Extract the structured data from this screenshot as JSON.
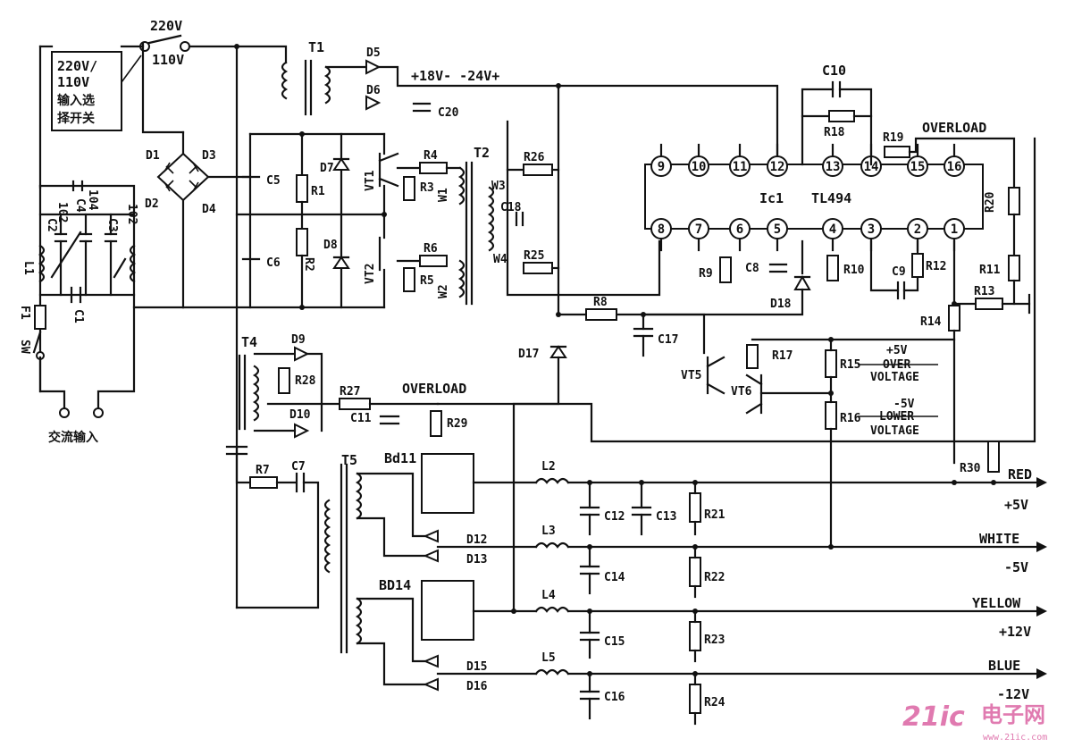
{
  "selector": {
    "v220": "220V",
    "v110": "110V",
    "note_line1": "220V/",
    "note_line2": "110V",
    "note_line3": "输入选",
    "note_line4": "择开关"
  },
  "ac_input": {
    "label": "交流输入",
    "switch": "SW",
    "fuse": "F1"
  },
  "filter": {
    "L1": "L1",
    "C1": "C1",
    "C2": "C2",
    "C2v": "102",
    "C3": "C3",
    "C3v": "102",
    "C4": "C4",
    "C4v": "104"
  },
  "bridge": {
    "D1": "D1",
    "D2": "D2",
    "D3": "D3",
    "D4": "D4"
  },
  "half_bridge": {
    "C5": "C5",
    "C6": "C6",
    "R1": "R1",
    "R2": "R2",
    "D7": "D7",
    "D8": "D8",
    "VT1": "VT1",
    "VT2": "VT2",
    "R3": "R3",
    "R4": "R4",
    "R5": "R5",
    "R6": "R6",
    "W1": "W1",
    "W2": "W2"
  },
  "aux": {
    "T1": "T1",
    "D5": "D5",
    "D6": "D6",
    "C20": "C20",
    "rail": "+18V- -24V+"
  },
  "driver": {
    "T2": "T2",
    "W3": "W3",
    "W4": "W4",
    "C18": "C18",
    "R25": "R25",
    "R26": "R26"
  },
  "ic": {
    "name": "Ic1",
    "part": "TL494",
    "pins_top": [
      "9",
      "10",
      "11",
      "12",
      "13",
      "14",
      "15",
      "16"
    ],
    "pins_bottom": [
      "8",
      "7",
      "6",
      "5",
      "4",
      "3",
      "2",
      "1"
    ]
  },
  "control": {
    "C10": "C10",
    "R18": "R18",
    "R19": "R19",
    "overload": "OVERLOAD",
    "R20": "R20",
    "R9": "R9",
    "C8": "C8",
    "R10": "R10",
    "C9": "C9",
    "R12": "R12",
    "R11": "R11",
    "R13": "R13",
    "R14": "R14",
    "D18": "D18",
    "R8": "R8",
    "C17": "C17",
    "D17": "D17",
    "VT5": "VT5",
    "VT6": "VT6",
    "R17": "R17",
    "R15": "R15",
    "R16": "R16",
    "over_v": "+5V",
    "over_text1": "OVER",
    "over_text2": "VOLTAGE",
    "lower_v": "-5V",
    "lower_text1": "LOWER",
    "lower_text2": "VOLTAGE",
    "R30": "R30"
  },
  "protect": {
    "T4": "T4",
    "D9": "D9",
    "D10": "D10",
    "R28": "R28",
    "R27": "R27",
    "C11": "C11",
    "R29": "R29",
    "overload": "OVERLOAD"
  },
  "output": {
    "T5": "T5",
    "R7": "R7",
    "C7": "C7",
    "Bd11": "Bd11",
    "BD14": "BD14",
    "D12": "D12",
    "D13": "D13",
    "D15": "D15",
    "D16": "D16",
    "L2": "L2",
    "L3": "L3",
    "L4": "L4",
    "L5": "L5",
    "C12": "C12",
    "C13": "C13",
    "C14": "C14",
    "C15": "C15",
    "C16": "C16",
    "R21": "R21",
    "R22": "R22",
    "R23": "R23",
    "R24": "R24"
  },
  "rails": [
    {
      "color": "RED",
      "voltage": "+5V"
    },
    {
      "color": "WHITE",
      "voltage": "-5V"
    },
    {
      "color": "YELLOW",
      "voltage": "+12V"
    },
    {
      "color": "BLUE",
      "voltage": "-12V"
    }
  ],
  "watermark": {
    "brand": "21ic",
    "cn": "电子网",
    "url": "www.21ic.com"
  }
}
